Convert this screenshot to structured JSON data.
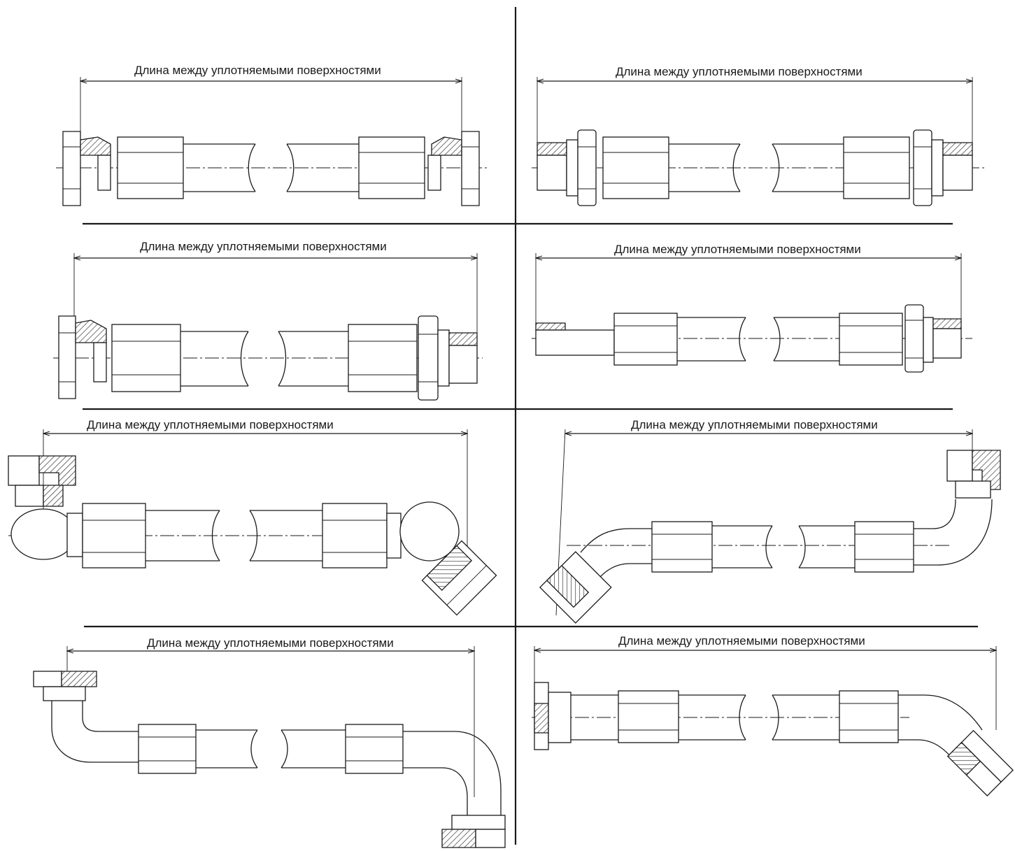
{
  "dimension_label": "Длина между уплотняемыми поверхностями",
  "panels": [
    {
      "id": "p1",
      "label": "Длина между уплотняемыми поверхностями"
    },
    {
      "id": "p2",
      "label": "Длина между уплотняемыми поверхностями"
    },
    {
      "id": "p3",
      "label": "Длина между уплотняемыми поверхностями"
    },
    {
      "id": "p4",
      "label": "Длина между уплотняемыми поверхностями"
    },
    {
      "id": "p5",
      "label": "Длина между уплотняемыми поверхностями"
    },
    {
      "id": "p6",
      "label": "Длина между уплотняемыми поверхностями"
    },
    {
      "id": "p7",
      "label": "Длина между уплотняемыми поверхностями"
    },
    {
      "id": "p8",
      "label": "Длина между уплотняемыми поверхностями"
    }
  ]
}
